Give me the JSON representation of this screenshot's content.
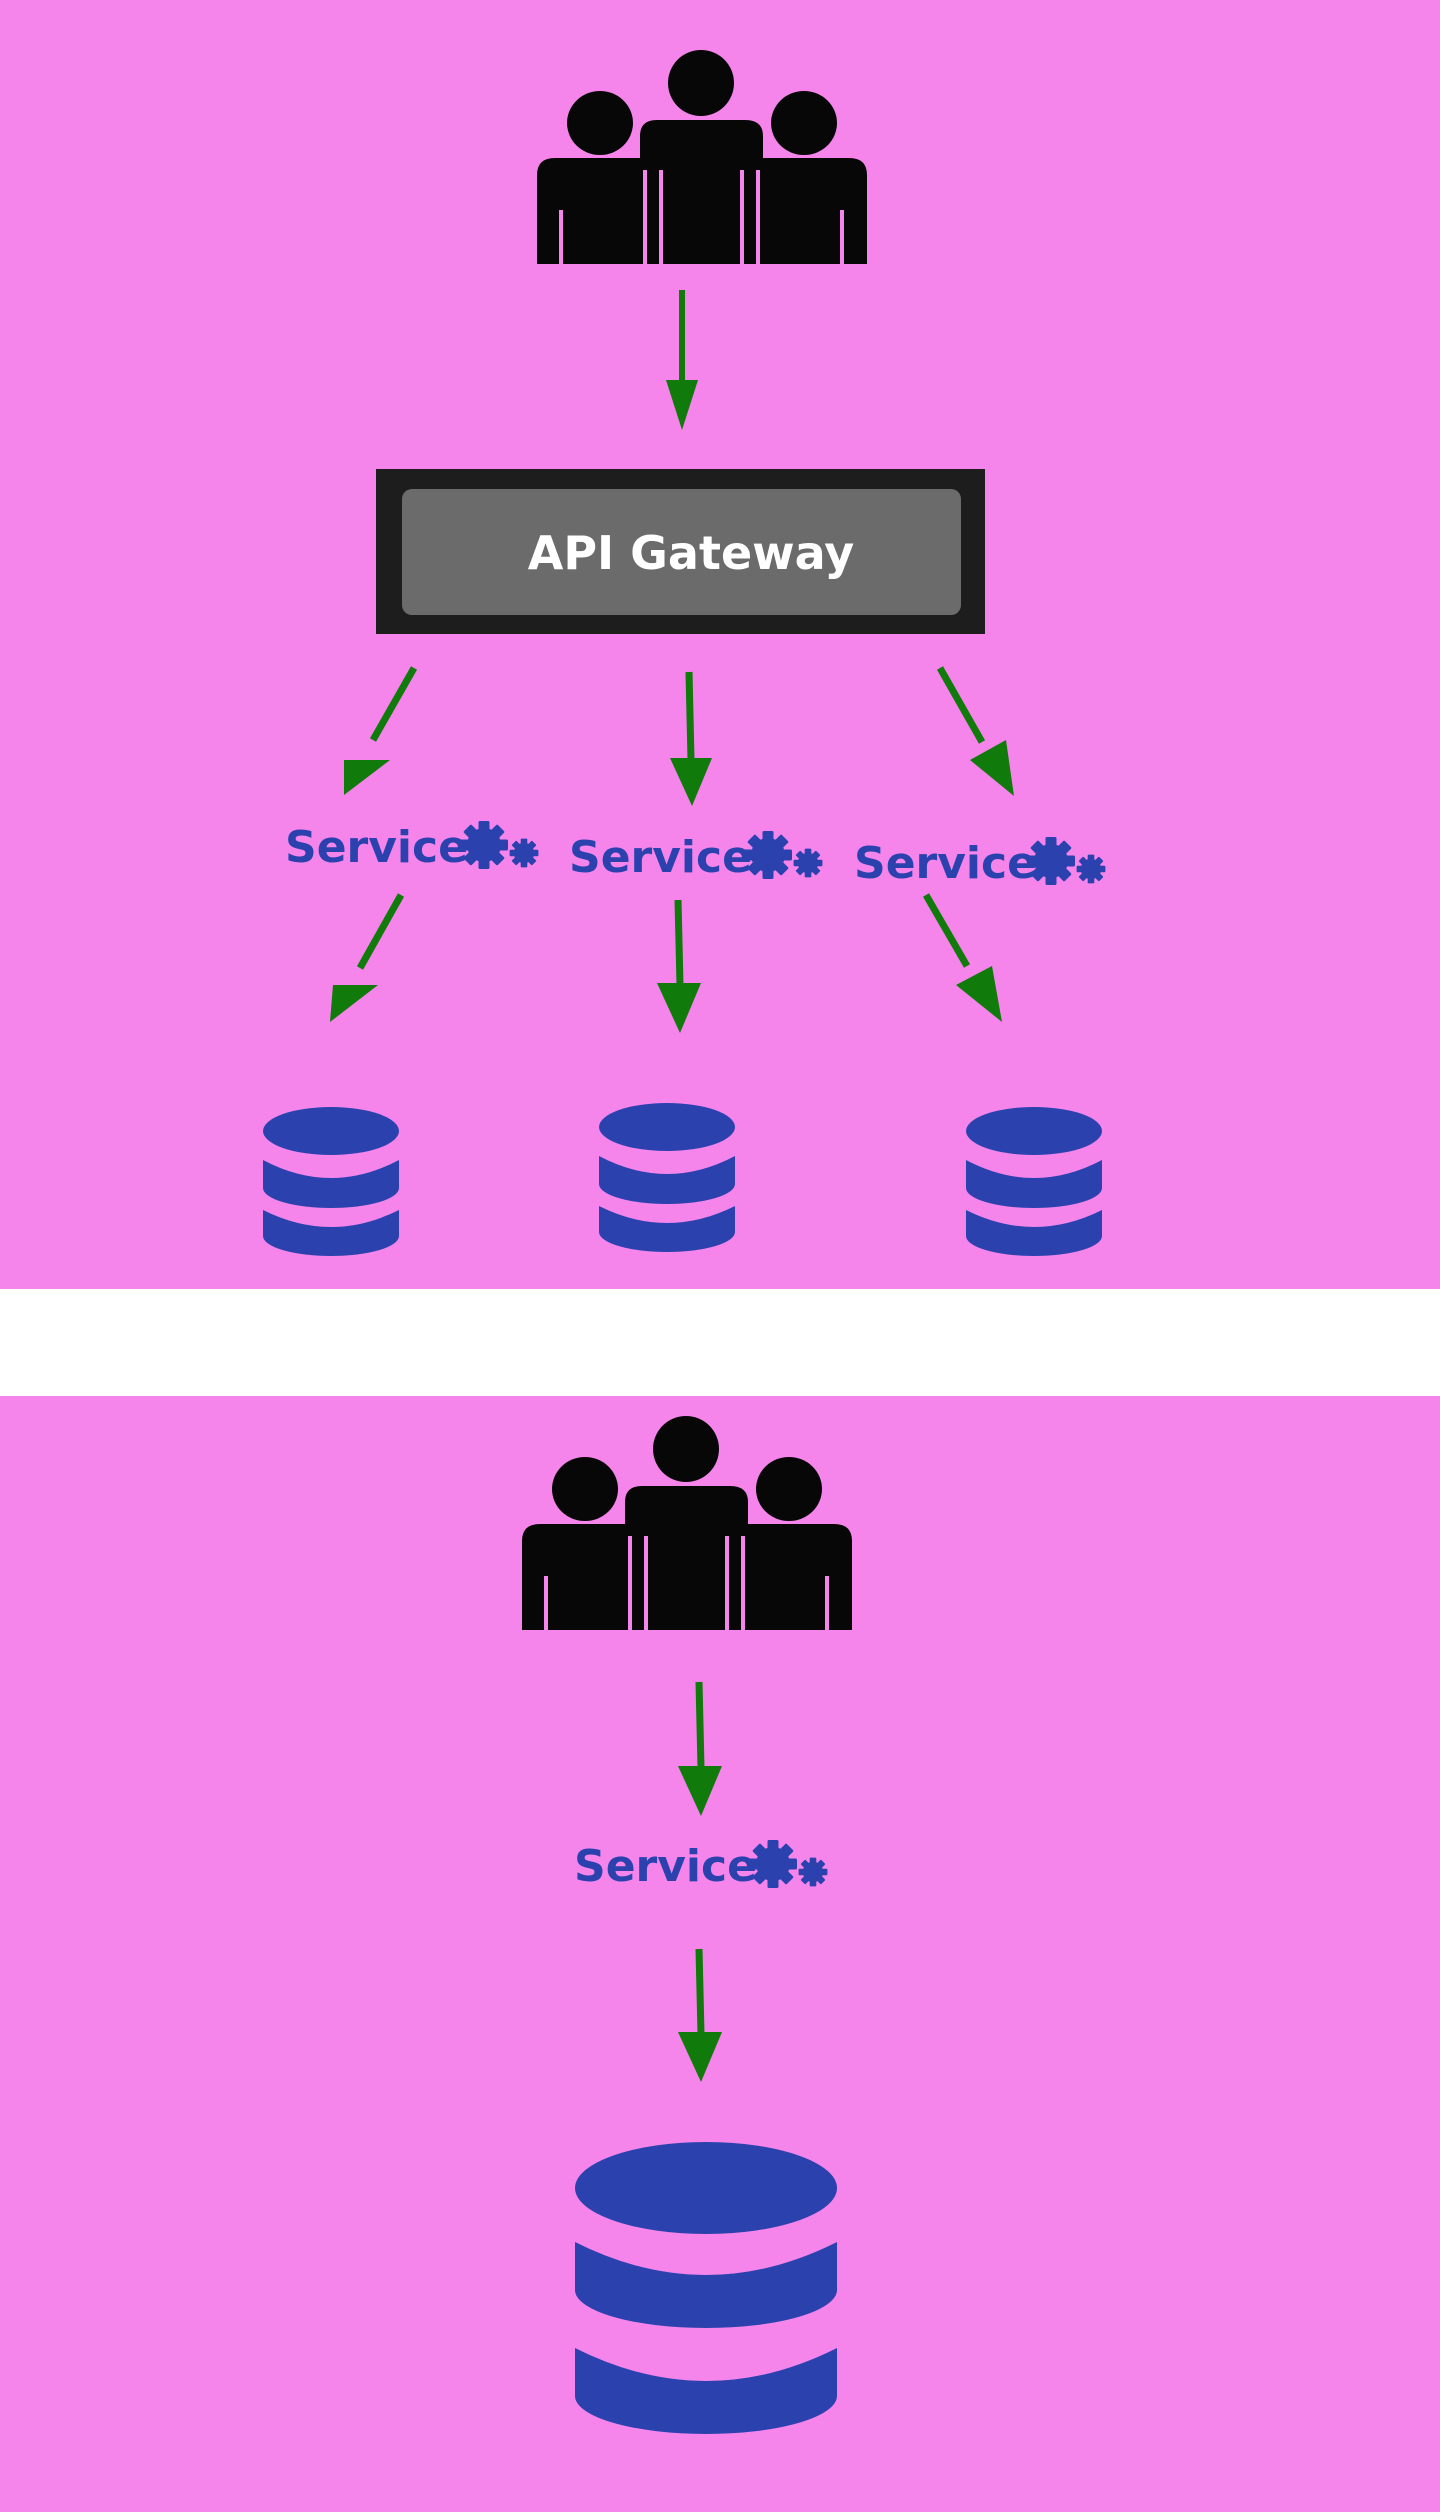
{
  "colors": {
    "background": "#f585ea",
    "divider": "#ffffff",
    "arrow": "#107a0a",
    "service_text": "#2b42ae",
    "database": "#2b42ae",
    "users": "#070707",
    "gateway_outer": "#1e1d1e",
    "gateway_inner": "#6b6b6b",
    "gateway_text": "#ffffff"
  },
  "top_diagram": {
    "users_icon": "users-group-icon",
    "gateway": {
      "label": "API Gateway"
    },
    "services": [
      {
        "label": "Service",
        "icon": "gears-icon"
      },
      {
        "label": "Service",
        "icon": "gears-icon"
      },
      {
        "label": "Service",
        "icon": "gears-icon"
      }
    ],
    "databases": [
      {
        "icon": "database-icon"
      },
      {
        "icon": "database-icon"
      },
      {
        "icon": "database-icon"
      }
    ]
  },
  "bottom_diagram": {
    "users_icon": "users-group-icon",
    "service": {
      "label": "Service",
      "icon": "gears-icon"
    },
    "database": {
      "icon": "database-icon"
    }
  }
}
